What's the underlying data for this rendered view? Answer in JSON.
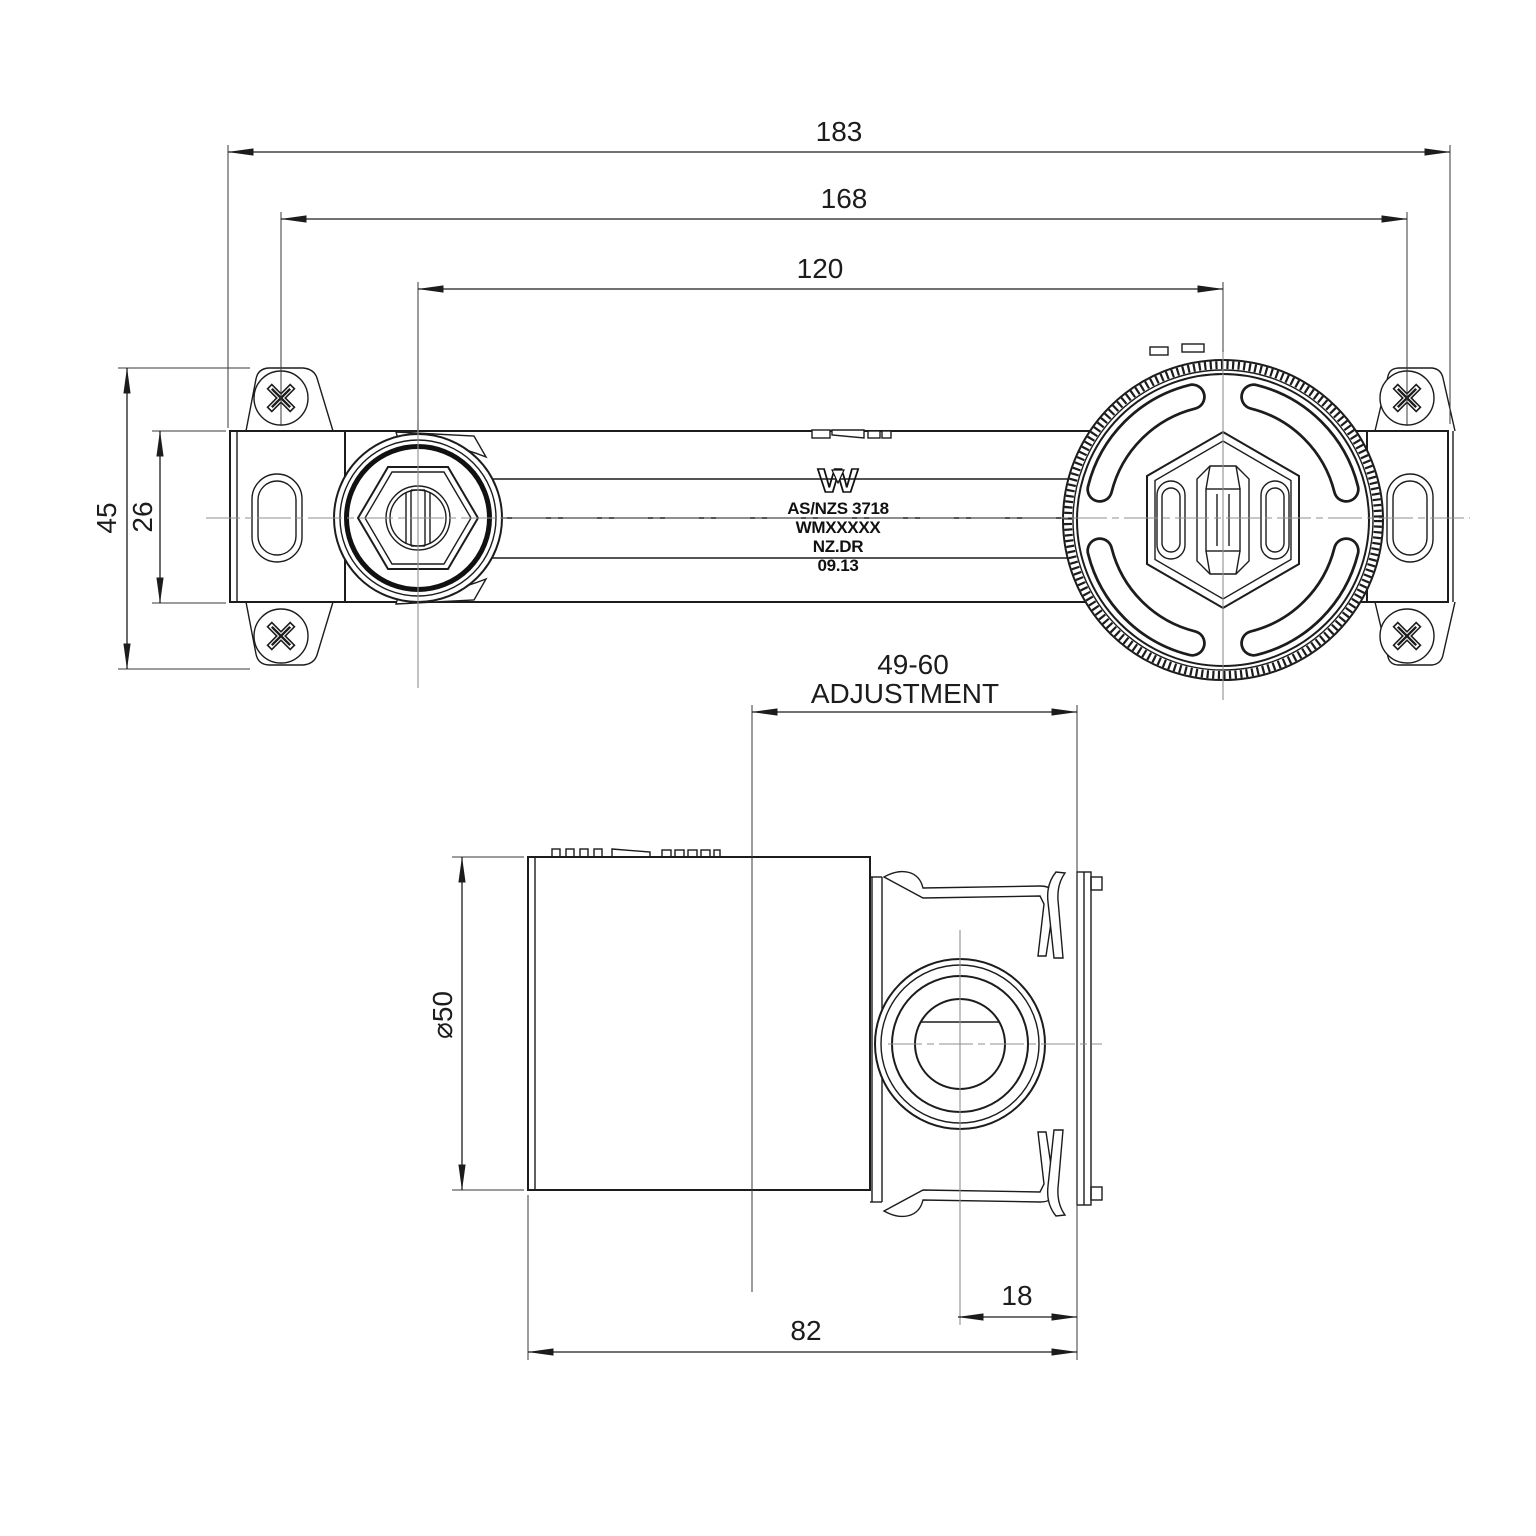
{
  "drawing": {
    "certification": {
      "logo_letter": "W",
      "standard": "AS/NZS 3718",
      "license": "WMXXXXX",
      "code": "NZ.DR",
      "date": "09.13"
    },
    "top_view": {
      "dim_overall": "183",
      "dim_screw_centers": "168",
      "dim_port_centers": "120",
      "dim_bracket_height": "45",
      "dim_body_height": "26"
    },
    "bottom_view": {
      "dim_adjustment_value": "49-60",
      "dim_adjustment_label": "ADJUSTMENT",
      "dim_diameter": "⌀50",
      "dim_offset": "18",
      "dim_depth": "82"
    },
    "line_color": "#1c1c1c",
    "centerline_color": "#8f8f8f",
    "background": "#ffffff"
  }
}
